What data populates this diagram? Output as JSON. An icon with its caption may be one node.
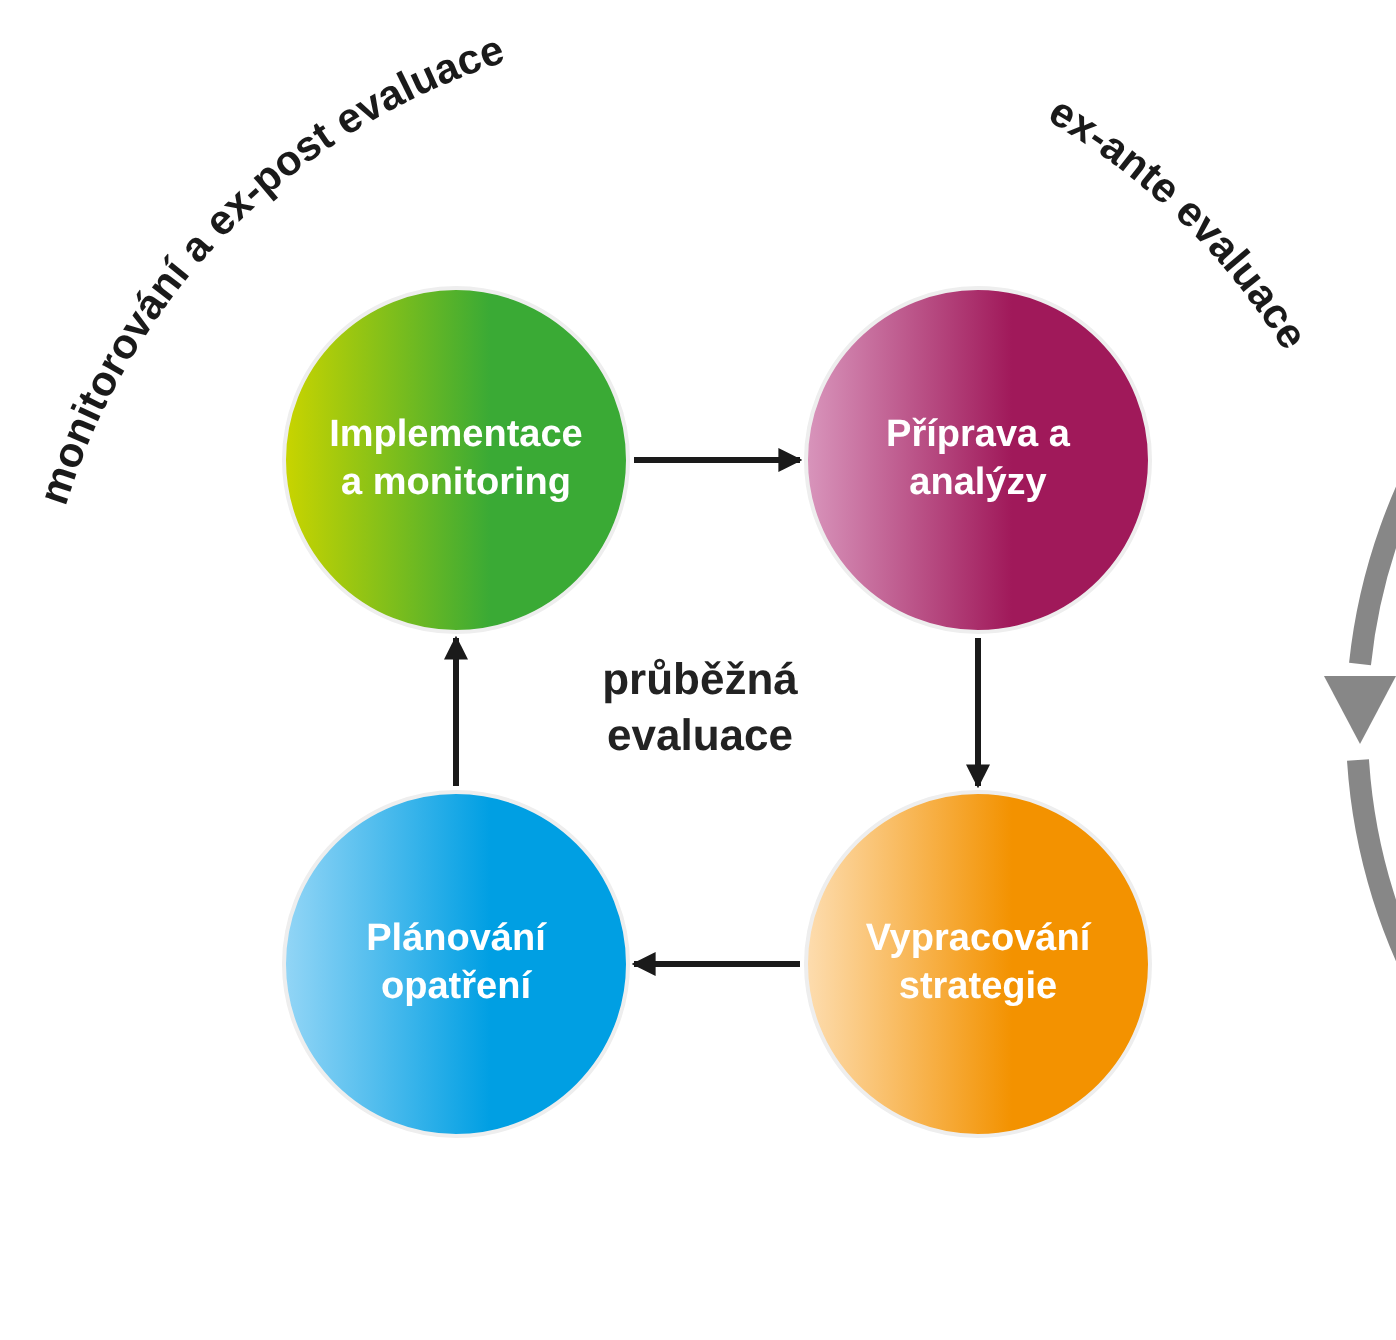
{
  "diagram": {
    "nodes": [
      {
        "text": [
          "Implementace a monitoring"
        ]
      },
      {
        "text": [
          "Příprava a analýzy"
        ]
      },
      {
        "text": [
          "Vypracování strategie"
        ]
      },
      {
        "text": [
          "Plánování opatření"
        ]
      }
    ],
    "edges": [
      {
        "from": 0,
        "to": 1,
        "arrow": "to"
      },
      {
        "from": 1,
        "to": 2,
        "arrow": "to"
      },
      {
        "from": 2,
        "to": 3,
        "arrow": "to"
      },
      {
        "from": 3,
        "to": 0,
        "arrow": "to"
      }
    ],
    "labels": [
      "monitorování a ex-post evaluace",
      "ex-ante evaluace",
      "průběžná evaluace"
    ]
  }
}
